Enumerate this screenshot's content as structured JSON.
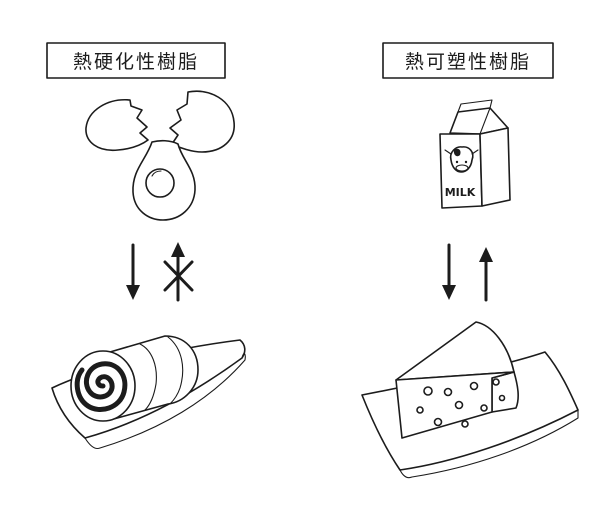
{
  "left_panel": {
    "title": "熱硬化性樹脂"
  },
  "right_panel": {
    "title": "熱可塑性樹脂",
    "milk_label": "MILK"
  }
}
